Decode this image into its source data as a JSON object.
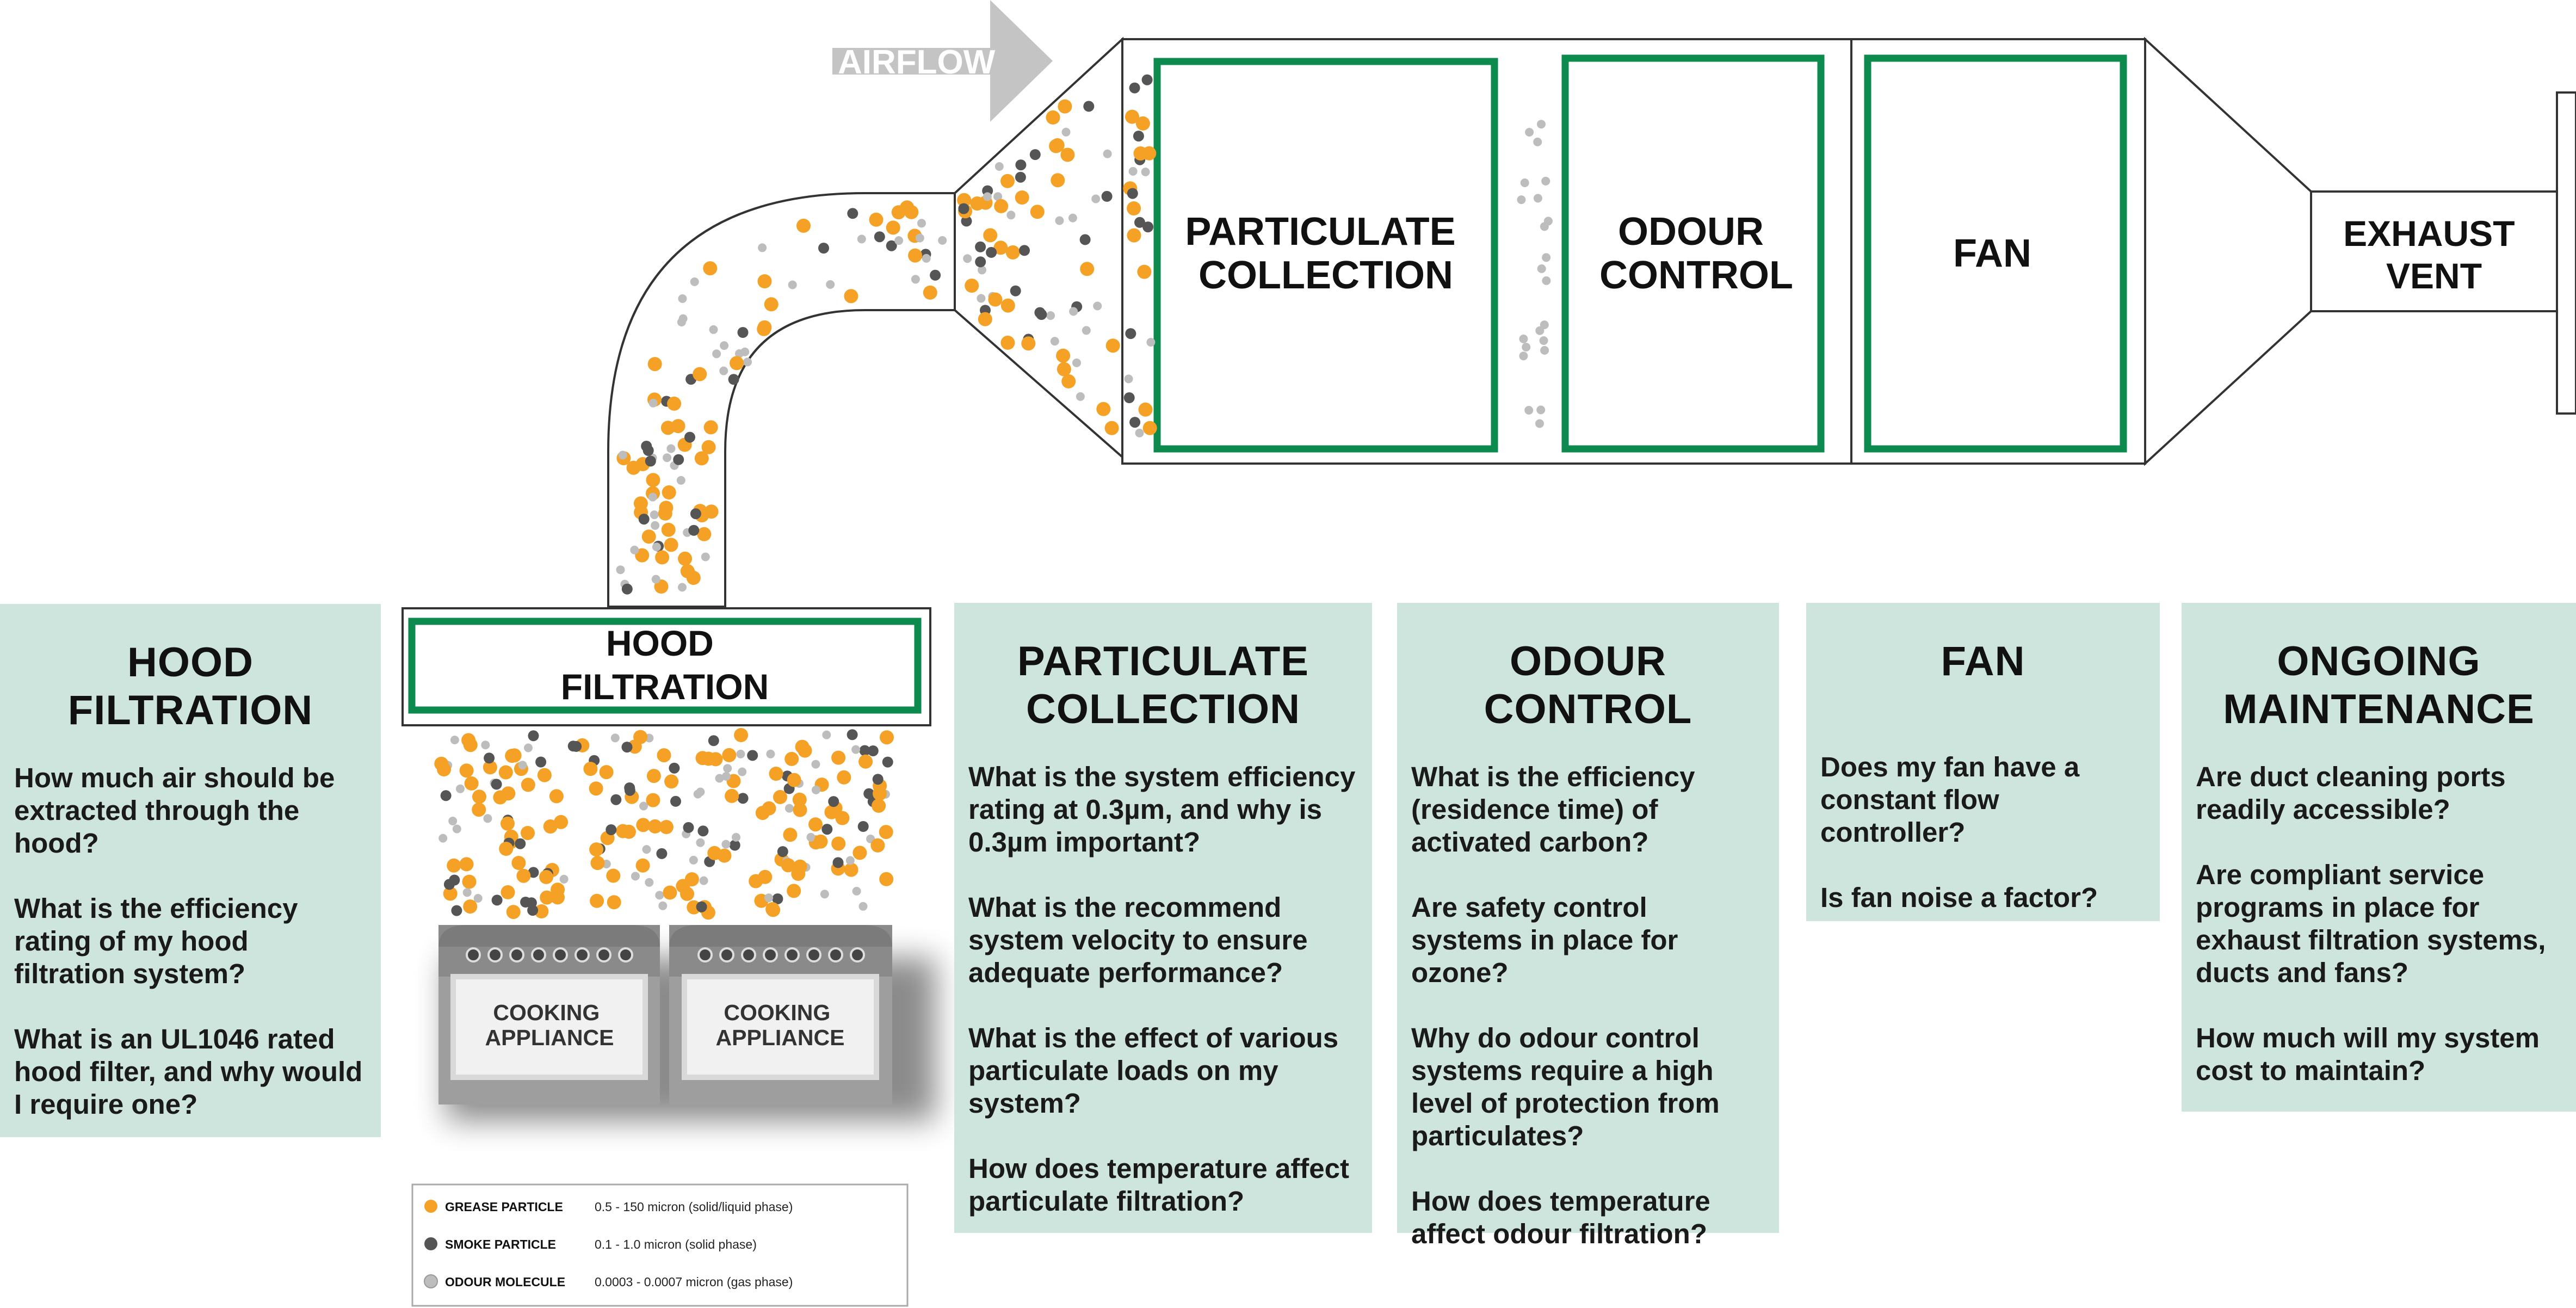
{
  "airflow_label": "AIRFLOW",
  "components": {
    "hood_filtration": [
      "HOOD",
      "FILTRATION"
    ],
    "particulate_collection": [
      "PARTICULATE",
      "COLLECTION"
    ],
    "odour_control": [
      "ODOUR",
      "CONTROL"
    ],
    "fan": [
      "FAN"
    ],
    "exhaust_vent": [
      "EXHAUST",
      "VENT"
    ],
    "cooking_appliance": [
      "COOKING",
      "APPLIANCE"
    ]
  },
  "legend": [
    {
      "name": "GREASE PARTICLE",
      "range": "0.5 - 150 micron (solid/liquid phase)",
      "color": "#f4a126"
    },
    {
      "name": "SMOKE PARTICLE",
      "range": "0.1 - 1.0 micron (solid phase)",
      "color": "#555555"
    },
    {
      "name": "ODOUR MOLECULE",
      "range": "0.0003 - 0.0007 micron (gas phase)",
      "color": "#bdbdbd"
    }
  ],
  "colors": {
    "panel_bg": "#cde5dd",
    "filter_green": "#0d8a4e",
    "grease": "#f4a126",
    "smoke": "#555555",
    "odour": "#bdbdbd"
  },
  "panels": [
    {
      "title": [
        "HOOD",
        "FILTRATION"
      ],
      "questions": [
        "How much air should be extracted through the hood?",
        "What is the efficiency rating of my hood filtration system?",
        "What is an UL1046 rated hood filter, and why would I require one?"
      ]
    },
    {
      "title": [
        "PARTICULATE",
        "COLLECTION"
      ],
      "questions": [
        "What is the system efficiency rating at 0.3µm, and why is 0.3µm important?",
        "What is the recommend system velocity to ensure adequate performance?",
        "What is the effect of various particulate loads on my system?",
        "How does temperature affect particulate filtration?"
      ]
    },
    {
      "title": [
        "ODOUR",
        "CONTROL"
      ],
      "questions": [
        "What is the efficiency (residence time) of activated carbon?",
        "Are safety control systems in place for ozone?",
        "Why do odour control systems require a high level of protection from particulates?",
        "How does temperature affect odour filtration?"
      ]
    },
    {
      "title": [
        "FAN"
      ],
      "questions": [
        "Does my fan have a constant flow controller?",
        "Is fan noise a factor?"
      ]
    },
    {
      "title": [
        "ONGOING",
        "MAINTENANCE"
      ],
      "questions": [
        "Are duct cleaning ports readily accessible?",
        "Are compliant service programs in place for exhaust filtration systems, ducts and fans?",
        "How much will my system cost to maintain?"
      ]
    }
  ]
}
